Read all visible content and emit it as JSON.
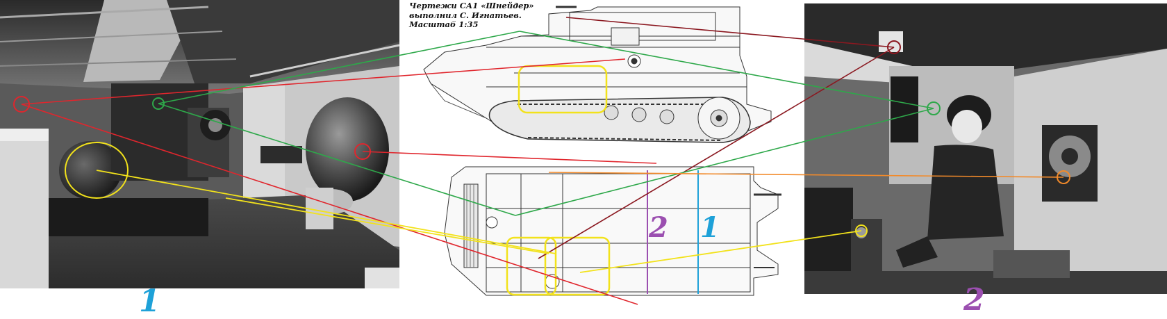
{
  "caption": {
    "line1": "Чертежи СА1 «Шнейдер»",
    "line2": "выполнил С. Игнатьев.",
    "line3": "Масштаб 1:35"
  },
  "section_labels": {
    "left_photo": "1",
    "right_photo": "2",
    "plan_section_2": "2",
    "plan_section_1": "1"
  },
  "colors": {
    "section_1": "#1ea1d8",
    "section_2": "#9b4fb0",
    "red": "#e0262d",
    "dark_red": "#8b1820",
    "green": "#2ea84a",
    "yellow": "#f2e21b",
    "orange": "#f28a2a"
  }
}
